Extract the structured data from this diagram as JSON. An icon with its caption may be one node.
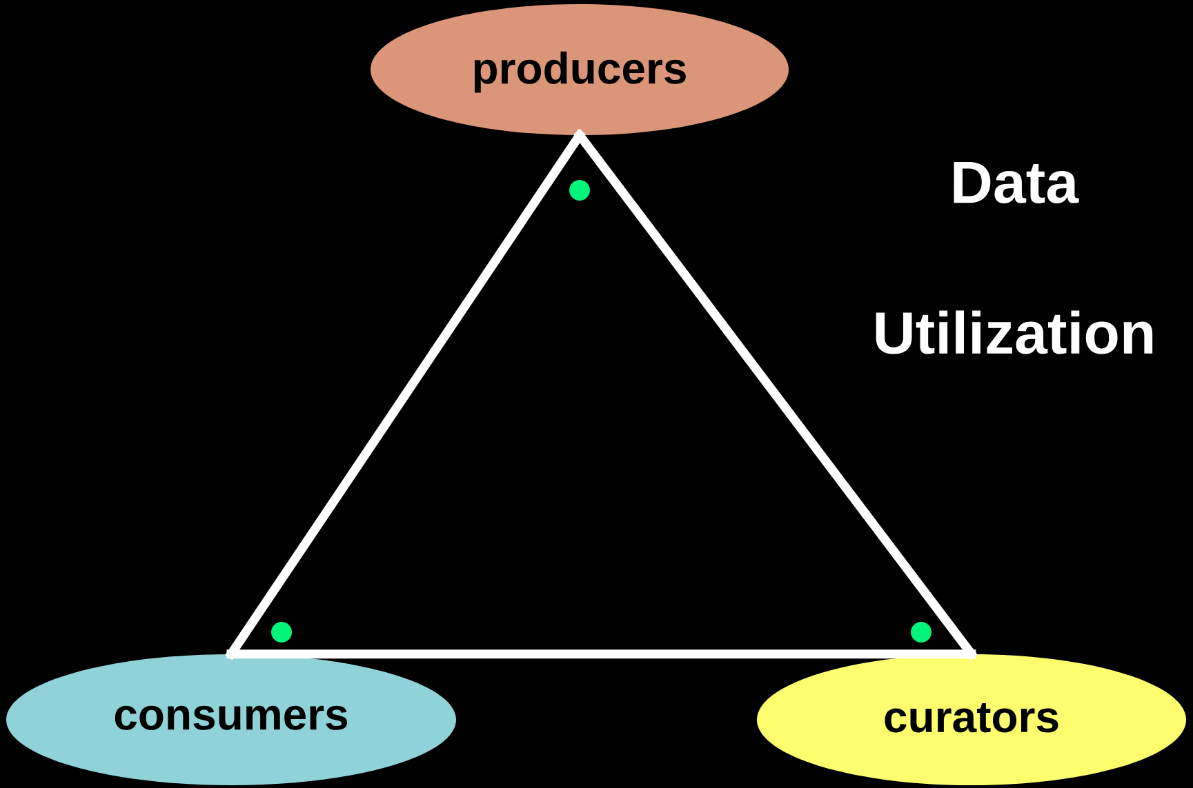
{
  "diagram": {
    "nodes": [
      {
        "text": [
          "producers"
        ]
      },
      {
        "text": [
          "consumers"
        ]
      },
      {
        "text": [
          "curators"
        ]
      }
    ],
    "edges": [
      {
        "from": 0,
        "to": 1,
        "arrow": "none"
      },
      {
        "from": 0,
        "to": 2,
        "arrow": "none"
      },
      {
        "from": 1,
        "to": 2,
        "arrow": "none"
      }
    ],
    "labels": [
      "Data",
      "Utilization"
    ]
  }
}
